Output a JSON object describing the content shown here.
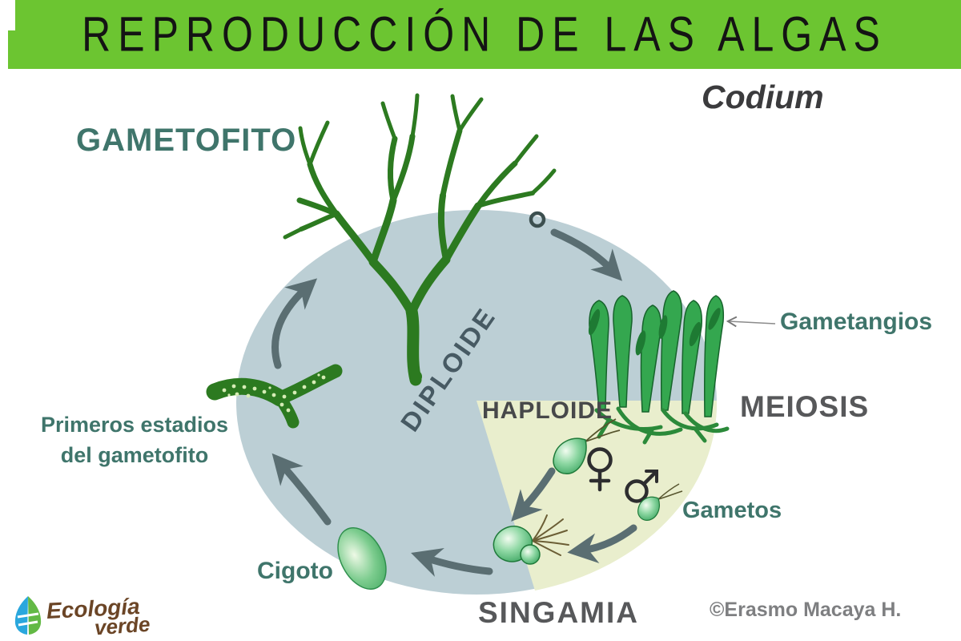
{
  "header": {
    "title": "REPRODUCCIÓN DE LAS ALGAS"
  },
  "cycle": {
    "organism": "Codium",
    "phase_top": "GAMETOFITO",
    "ploidy_inner": "DIPLOIDE",
    "ploidy_wedge": "HAPLOIDE",
    "process_right": "MEIOSIS",
    "process_bottom": "SINGAMIA",
    "labels": {
      "gametangia": "Gametangios",
      "gametes": "Gametos",
      "zygote": "Cigoto",
      "early_stages_line1": "Primeros estadios",
      "early_stages_line2": "del gametofito"
    },
    "icons": {
      "female_symbol": "♀",
      "male_symbol": "♂"
    },
    "credit": "©Erasmo Macaya H."
  },
  "logo": {
    "word1": "Ecología",
    "word2": "verde"
  },
  "colors": {
    "banner_green": "#6cc531",
    "circle_blue": "#bccfd5",
    "wedge_yellow": "#e9eecd",
    "teal_label": "#3f756b",
    "gray_label": "#57585a",
    "arrow_gray": "#5a6e72",
    "algae_dark_green": "#2c7a20",
    "blade_green": "#34a74f",
    "logo_brown": "#6b4526"
  }
}
